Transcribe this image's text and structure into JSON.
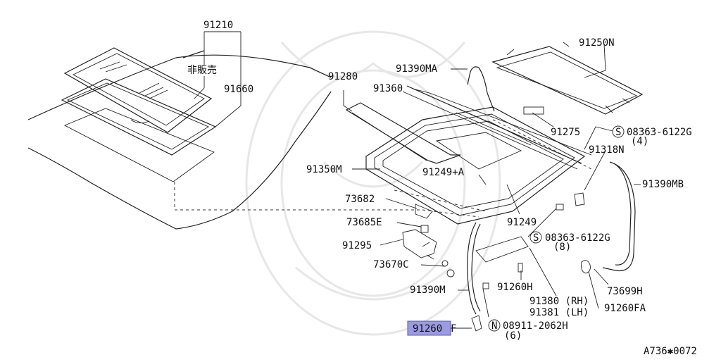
{
  "part_labels": {
    "p91210": "91210",
    "hihanbai": "非販売",
    "p91660": "91660",
    "p91280": "91280",
    "p91390MA": "91390MA",
    "p91360": "91360",
    "p91250N": "91250N",
    "p91275": "91275",
    "screw1": "08363-6122G",
    "screw1_qty": "(4)",
    "p91318N": "91318N",
    "p91350M": "91350M",
    "p91249A": "91249+A",
    "p91390MB": "91390MB",
    "p73682": "73682",
    "p91249": "91249",
    "p73685E": "73685E",
    "screw2": "08363-6122G",
    "screw2_qty": "(8)",
    "p91295": "91295",
    "p73670C": "73670C",
    "p73699H": "73699H",
    "p91390M": "91390M",
    "p91260H": "91260H",
    "p91380": "91380 (RH)",
    "p91381": "91381 (LH)",
    "p91260FA": "91260FA",
    "p91260F_highlight": "91260",
    "p91260F_suffix": "F",
    "nut": "08911-2062H",
    "nut_qty": "(6)"
  },
  "callout_symbols": {
    "s1": "S",
    "s2": "S",
    "n1": "N"
  },
  "figure_code": "A736✱0072",
  "highlight_color": "#9b9be3"
}
